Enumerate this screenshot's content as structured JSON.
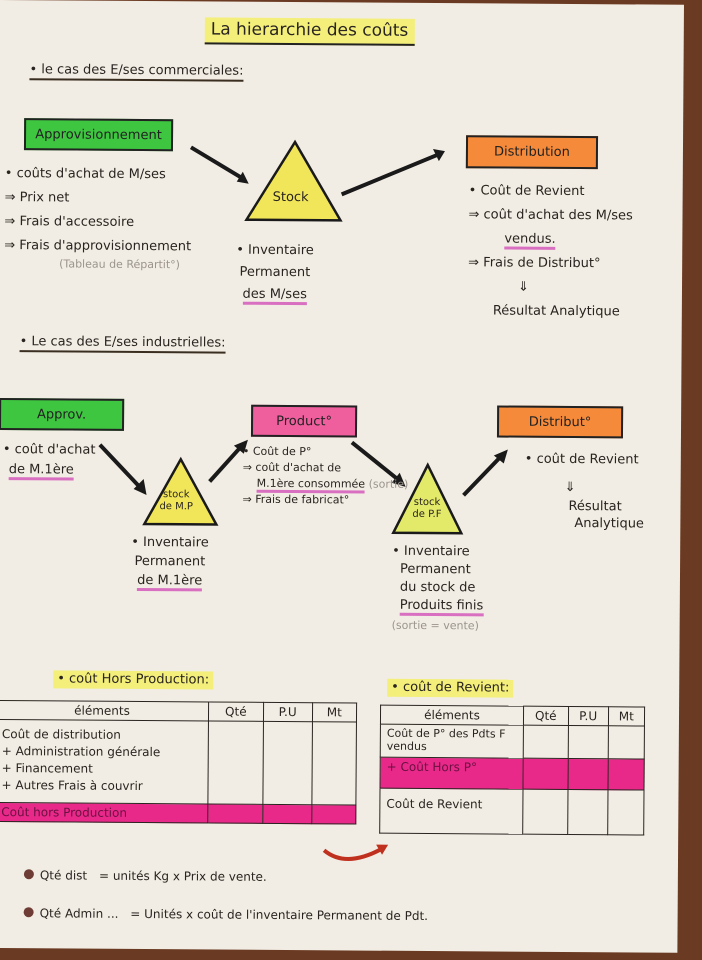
{
  "title": "La hierarchie des coûts",
  "section1": {
    "heading": "• le cas des E/ses commerciales:",
    "approvisionnement": {
      "label": "Approvisionnement",
      "items": [
        "• coûts d'achat de M/ses",
        "⇒ Prix net",
        "⇒ Frais d'accessoire",
        "⇒ Frais d'approvisionnement"
      ],
      "note": "(Tableau de Répartit°)"
    },
    "stock": {
      "label": "Stock",
      "note_lines": [
        "• Inventaire",
        "Permanent",
        "des M/ses"
      ]
    },
    "distribution": {
      "label": "Distribution",
      "items": [
        "• Coût de Revient",
        "⇒ coût d'achat des M/ses",
        "vendus.",
        "⇒ Frais de Distribut°"
      ],
      "arrow": "⇓",
      "result": "Résultat Analytique"
    }
  },
  "section2": {
    "heading": "• Le cas des E/ses industrielles:",
    "approv": {
      "label": "Approv.",
      "items": [
        "• coût d'achat",
        "de M.1ère"
      ]
    },
    "stock_mp": {
      "label_lines": [
        "stock",
        "de M.P"
      ],
      "note_lines": [
        "• Inventaire",
        "Permanent",
        "de M.1ère"
      ]
    },
    "production": {
      "label": "Product°",
      "items": [
        "• Coût de P°",
        "⇒ coût d'achat de",
        "M.1ère consommée",
        "(sortie)",
        "⇒ Frais de fabricat°"
      ]
    },
    "stock_pf": {
      "label_lines": [
        "stock",
        "de P.F"
      ],
      "note_lines": [
        "• Inventaire",
        "Permanent",
        "du stock de",
        "Produits finis"
      ],
      "note": "(sortie = vente)"
    },
    "distribution": {
      "label": "Distribut°",
      "items": [
        "• coût de Revient"
      ],
      "arrow": "⇓",
      "result_lines": [
        "Résultat",
        "Analytique"
      ]
    }
  },
  "table_hors_production": {
    "heading": "• coût Hors Production:",
    "columns": [
      "éléments",
      "Qté",
      "P.U",
      "Mt"
    ],
    "rows": [
      "Coût de distribution",
      "+ Administration générale",
      "+ Financement",
      "+ Autres Frais à couvrir"
    ],
    "total": "Coût hors Production"
  },
  "table_revient": {
    "heading": "• coût de Revient:",
    "columns": [
      "éléments",
      "Qté",
      "P.U",
      "Mt"
    ],
    "rows": [
      "Coût de P° des Pdts F vendus",
      "+ Coût Hors P°",
      "Coût de Revient"
    ]
  },
  "formulas": [
    {
      "lhs": "Qté dist",
      "rhs": "= unités Kg x Prix de vente."
    },
    {
      "lhs": "Qté Admin ...",
      "rhs": "= Unités x coût de l'inventaire Permanent de Pdt."
    }
  ],
  "colors": {
    "green": "#3ec640",
    "orange": "#f58a3a",
    "pink": "#ef5f9e",
    "highlight": "#e8298a",
    "yellow": "#f1e65a"
  }
}
